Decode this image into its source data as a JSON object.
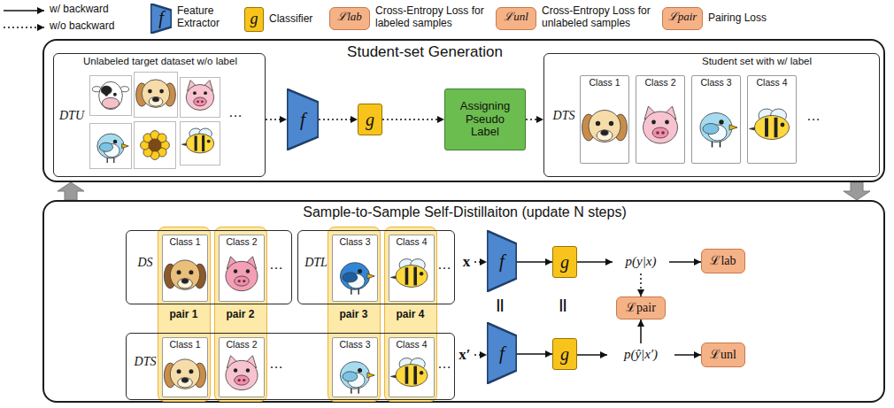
{
  "diagram": {
    "nodes": [
      {
        "text": [
          "Student-set Generation"
        ]
      },
      {
        "text": [
          "Unlabeled target dataset w/o label",
          "DTU"
        ],
        "in": 0
      },
      {
        "text": [
          "f"
        ],
        "in": 0
      },
      {
        "text": [
          "g"
        ],
        "in": 0
      },
      {
        "text": [
          "Assigning Pseudo Label"
        ],
        "in": 0
      },
      {
        "text": [
          "Student set with w/ label",
          "DTS"
        ],
        "in": 0
      },
      {
        "text": [
          "Class 1"
        ],
        "in": 5
      },
      {
        "text": [
          "Class 2"
        ],
        "in": 5
      },
      {
        "text": [
          "Class 3"
        ],
        "in": 5
      },
      {
        "text": [
          "Class 4"
        ],
        "in": 5
      },
      {
        "text": [
          "Sample-to-Sample Self-Distillaiton (update N steps)"
        ]
      },
      {
        "text": [
          "pair 1"
        ],
        "in": 10
      },
      {
        "text": [
          "pair 2"
        ],
        "in": 10
      },
      {
        "text": [
          "pair 3"
        ],
        "in": 10
      },
      {
        "text": [
          "pair 4"
        ],
        "in": 10
      },
      {
        "text": [
          "DS"
        ],
        "in": 10
      },
      {
        "text": [
          "Class 1"
        ],
        "in": 15
      },
      {
        "text": [
          "Class 2"
        ],
        "in": 15
      },
      {
        "text": [
          "DTL"
        ],
        "in": 10
      },
      {
        "text": [
          "Class 3"
        ],
        "in": 18
      },
      {
        "text": [
          "Class 4"
        ],
        "in": 18
      },
      {
        "text": [
          "DTS"
        ],
        "in": 10
      },
      {
        "text": [
          "Class 1"
        ],
        "in": 21
      },
      {
        "text": [
          "Class 2"
        ],
        "in": 21
      },
      {
        "text": [
          "Class 3"
        ],
        "in": 21
      },
      {
        "text": [
          "Class 4"
        ],
        "in": 21
      },
      {
        "text": [
          "x"
        ],
        "in": 10
      },
      {
        "text": [
          "f"
        ],
        "in": 10
      },
      {
        "text": [
          "g"
        ],
        "in": 10
      },
      {
        "text": [
          "p(y|x)"
        ],
        "in": 10
      },
      {
        "text": [
          "ℒlab"
        ],
        "in": 10
      },
      {
        "text": [
          "ℒpair"
        ],
        "in": 10
      },
      {
        "text": [
          "x′"
        ],
        "in": 10
      },
      {
        "text": [
          "f"
        ],
        "in": 10
      },
      {
        "text": [
          "g"
        ],
        "in": 10
      },
      {
        "text": [
          "p(ŷ|x′)"
        ],
        "in": 10
      },
      {
        "text": [
          "ℒunl"
        ],
        "in": 10
      }
    ],
    "edges": [
      {
        "from": 1,
        "to": 2,
        "arrow": "to"
      },
      {
        "from": 2,
        "to": 3,
        "arrow": "to"
      },
      {
        "from": 3,
        "to": 4,
        "arrow": "to"
      },
      {
        "from": 4,
        "to": 5,
        "arrow": "to"
      },
      {
        "from": 0,
        "to": 10,
        "arrow": "to"
      },
      {
        "from": 10,
        "to": 0,
        "arrow": "to"
      },
      {
        "from": 26,
        "to": 27,
        "arrow": "to"
      },
      {
        "from": 27,
        "to": 28,
        "arrow": "to"
      },
      {
        "from": 28,
        "to": 29,
        "arrow": "to"
      },
      {
        "from": 29,
        "to": 30,
        "arrow": "to"
      },
      {
        "from": 29,
        "to": 31,
        "arrow": "to"
      },
      {
        "from": 35,
        "to": 31,
        "arrow": "to"
      },
      {
        "from": 32,
        "to": 33,
        "arrow": "to"
      },
      {
        "from": 33,
        "to": 34,
        "arrow": "to"
      },
      {
        "from": 34,
        "to": 35,
        "arrow": "to"
      },
      {
        "from": 35,
        "to": 36,
        "arrow": "to"
      }
    ],
    "labels": [
      "f",
      "g",
      "ℒlab",
      "ℒunl",
      "ℒpair",
      "…",
      "…",
      "…",
      "…",
      "…",
      "…",
      "||",
      "||"
    ],
    "legend": [
      {
        "text": "w/ backward"
      },
      {
        "text": "w/o backward"
      },
      {
        "text": "Feature Extractor",
        "color": "#4d87cf"
      },
      {
        "text": "Classifier",
        "color": "#f8c41c"
      },
      {
        "text": "Cross-Entropy Loss for labeled samples",
        "color": "#f5b287"
      },
      {
        "text": "Cross-Entropy Loss for unlabeled samples",
        "color": "#f5b287"
      },
      {
        "text": "Pairing Loss",
        "color": "#f5b287"
      }
    ]
  }
}
